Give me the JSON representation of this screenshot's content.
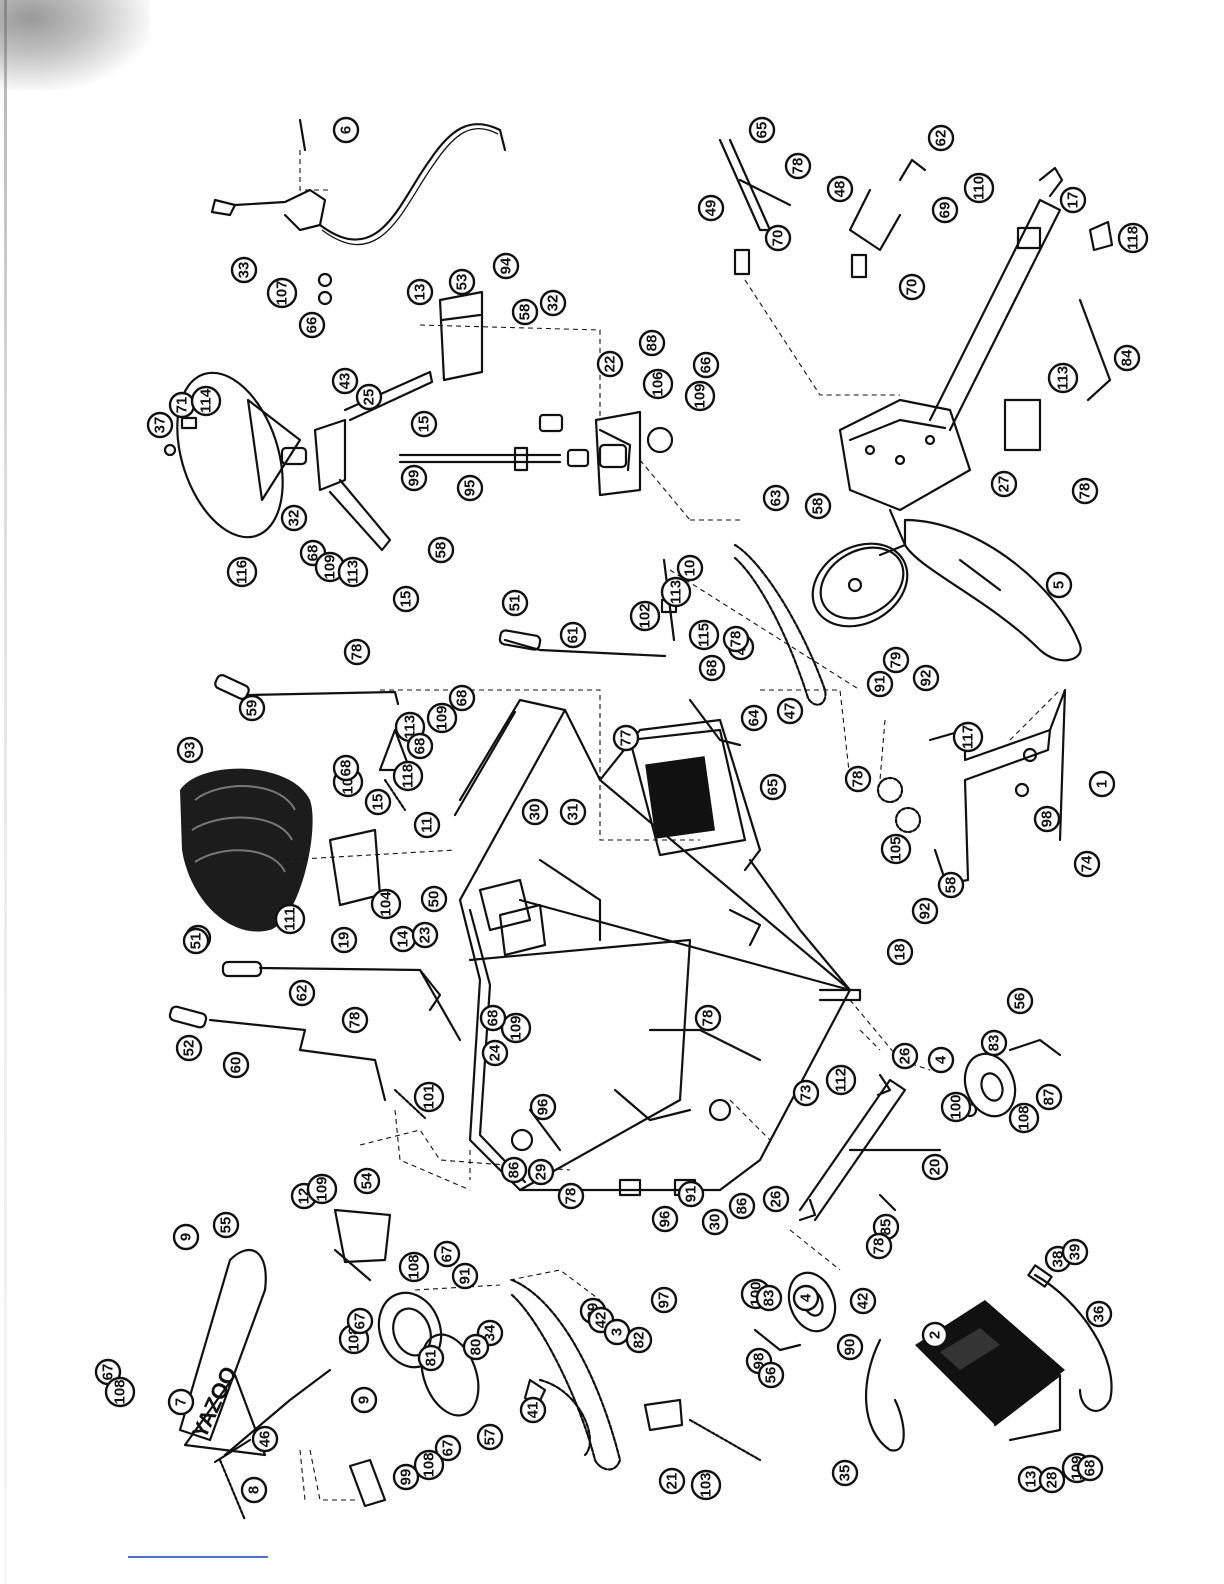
{
  "brand": {
    "logo_text": "YAZOO"
  },
  "callouts": [
    {
      "label": "6"
    },
    {
      "label": "33"
    },
    {
      "label": "107"
    },
    {
      "label": "66"
    },
    {
      "label": "13"
    },
    {
      "label": "53"
    },
    {
      "label": "94"
    },
    {
      "label": "58"
    },
    {
      "label": "32"
    },
    {
      "label": "88"
    },
    {
      "label": "66"
    },
    {
      "label": "109"
    },
    {
      "label": "106"
    },
    {
      "label": "22"
    },
    {
      "label": "37"
    },
    {
      "label": "71"
    },
    {
      "label": "114"
    },
    {
      "label": "25"
    },
    {
      "label": "43"
    },
    {
      "label": "15"
    },
    {
      "label": "32"
    },
    {
      "label": "95"
    },
    {
      "label": "99"
    },
    {
      "label": "58"
    },
    {
      "label": "68"
    },
    {
      "label": "109"
    },
    {
      "label": "113"
    },
    {
      "label": "116"
    },
    {
      "label": "15"
    },
    {
      "label": "65"
    },
    {
      "label": "78"
    },
    {
      "label": "62"
    },
    {
      "label": "49"
    },
    {
      "label": "70"
    },
    {
      "label": "48"
    },
    {
      "label": "110"
    },
    {
      "label": "69"
    },
    {
      "label": "17"
    },
    {
      "label": "118"
    },
    {
      "label": "70"
    },
    {
      "label": "84"
    },
    {
      "label": "113"
    },
    {
      "label": "27"
    },
    {
      "label": "78"
    },
    {
      "label": "58"
    },
    {
      "label": "63"
    },
    {
      "label": "5"
    },
    {
      "label": "48"
    },
    {
      "label": "79"
    },
    {
      "label": "91"
    },
    {
      "label": "92"
    },
    {
      "label": "10"
    },
    {
      "label": "113"
    },
    {
      "label": "102"
    },
    {
      "label": "115"
    },
    {
      "label": "51"
    },
    {
      "label": "61"
    },
    {
      "label": "68"
    },
    {
      "label": "78"
    },
    {
      "label": "64"
    },
    {
      "label": "47"
    },
    {
      "label": "77"
    },
    {
      "label": "117"
    },
    {
      "label": "1"
    },
    {
      "label": "98"
    },
    {
      "label": "74"
    },
    {
      "label": "65"
    },
    {
      "label": "78"
    },
    {
      "label": "105"
    },
    {
      "label": "58"
    },
    {
      "label": "92"
    },
    {
      "label": "51"
    },
    {
      "label": "59"
    },
    {
      "label": "78"
    },
    {
      "label": "68"
    },
    {
      "label": "109"
    },
    {
      "label": "113"
    },
    {
      "label": "68"
    },
    {
      "label": "118"
    },
    {
      "label": "15"
    },
    {
      "label": "93"
    },
    {
      "label": "109"
    },
    {
      "label": "68"
    },
    {
      "label": "30"
    },
    {
      "label": "31"
    },
    {
      "label": "11"
    },
    {
      "label": "104"
    },
    {
      "label": "50"
    },
    {
      "label": "111"
    },
    {
      "label": "19"
    },
    {
      "label": "51"
    },
    {
      "label": "62"
    },
    {
      "label": "14"
    },
    {
      "label": "23"
    },
    {
      "label": "24"
    },
    {
      "label": "109"
    },
    {
      "label": "68"
    },
    {
      "label": "18"
    },
    {
      "label": "52"
    },
    {
      "label": "60"
    },
    {
      "label": "78"
    },
    {
      "label": "101"
    },
    {
      "label": "78"
    },
    {
      "label": "56"
    },
    {
      "label": "83"
    },
    {
      "label": "4"
    },
    {
      "label": "100"
    },
    {
      "label": "108"
    },
    {
      "label": "87"
    },
    {
      "label": "73"
    },
    {
      "label": "112"
    },
    {
      "label": "26"
    },
    {
      "label": "20"
    },
    {
      "label": "96"
    },
    {
      "label": "86"
    },
    {
      "label": "29"
    },
    {
      "label": "78"
    },
    {
      "label": "26"
    },
    {
      "label": "85"
    },
    {
      "label": "78"
    },
    {
      "label": "91"
    },
    {
      "label": "30"
    },
    {
      "label": "86"
    },
    {
      "label": "96"
    },
    {
      "label": "12"
    },
    {
      "label": "109"
    },
    {
      "label": "54"
    },
    {
      "label": "9"
    },
    {
      "label": "55"
    },
    {
      "label": "108"
    },
    {
      "label": "67"
    },
    {
      "label": "91"
    },
    {
      "label": "108"
    },
    {
      "label": "67"
    },
    {
      "label": "34"
    },
    {
      "label": "97"
    },
    {
      "label": "89"
    },
    {
      "label": "42"
    },
    {
      "label": "3"
    },
    {
      "label": "82"
    },
    {
      "label": "100"
    },
    {
      "label": "83"
    },
    {
      "label": "4"
    },
    {
      "label": "42"
    },
    {
      "label": "90"
    },
    {
      "label": "98"
    },
    {
      "label": "56"
    },
    {
      "label": "38"
    },
    {
      "label": "39"
    },
    {
      "label": "36"
    },
    {
      "label": "2"
    },
    {
      "label": "67"
    },
    {
      "label": "108"
    },
    {
      "label": "7"
    },
    {
      "label": "9"
    },
    {
      "label": "81"
    },
    {
      "label": "80"
    },
    {
      "label": "46"
    },
    {
      "label": "67"
    },
    {
      "label": "108"
    },
    {
      "label": "99"
    },
    {
      "label": "57"
    },
    {
      "label": "41"
    },
    {
      "label": "21"
    },
    {
      "label": "103"
    },
    {
      "label": "35"
    },
    {
      "label": "13"
    },
    {
      "label": "28"
    },
    {
      "label": "109"
    },
    {
      "label": "68"
    },
    {
      "label": "8"
    }
  ]
}
